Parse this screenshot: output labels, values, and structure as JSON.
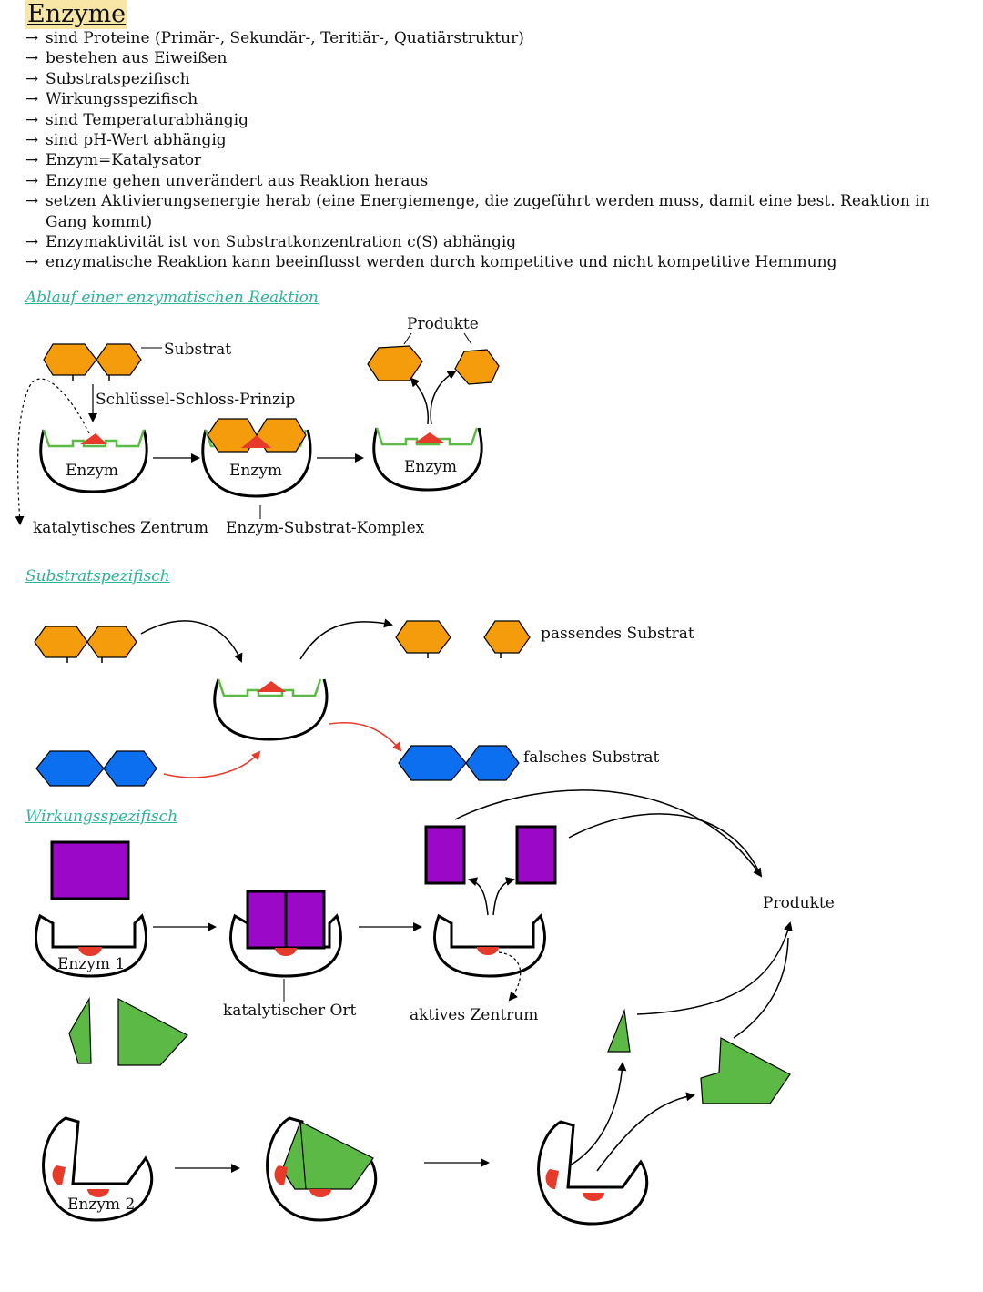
{
  "title": "Enzyme",
  "bullets": [
    "sind Proteine (Primär-, Sekundär-, Teritiär-, Quatiärstruktur)",
    "bestehen aus Eiweißen",
    "Substratspezifisch",
    "Wirkungsspezifisch",
    "sind Temperaturabhängig",
    "sind pH-Wert abhängig",
    "Enzym=Katalysator",
    "Enzyme gehen unverändert aus Reaktion heraus",
    "setzen Aktivierungsenergie herab (eine Energiemenge, die zugeführt werden muss, damit eine best. Reaktion in Gang kommt)",
    "Enzymaktivität ist von Substratkonzentration c(S) abhängig",
    "enzymatische Reaktion kann beeinflusst werden durch kompetitive und nicht kompetitive Hemmung"
  ],
  "arrow_glyph": "→",
  "sections": {
    "ablauf": "Ablauf einer enzymatischen Reaktion",
    "substrat": "Substratspezifisch",
    "wirkung": "Wirkungsspezifisch"
  },
  "ablauf_labels": {
    "produkte": "Produkte",
    "substrat": "Substrat",
    "prinzip": "Schlüssel-Schloss-Prinzip",
    "enzym": "Enzym",
    "zentrum": "katalytisches Zentrum",
    "komplex": "Enzym-Substrat-Komplex"
  },
  "substrat_labels": {
    "passend": "passendes Substrat",
    "falsch": "falsches Substrat"
  },
  "wirkung_labels": {
    "produkte": "Produkte",
    "enzym1": "Enzym 1",
    "enzym2": "Enzym 2",
    "ort": "katalytischer Ort",
    "aktiv": "aktives Zentrum"
  },
  "colors": {
    "orange": "#f59c0d",
    "blue": "#0b6ff0",
    "purple": "#9b08c7",
    "green": "#5cb945",
    "red": "#e63a2b",
    "enzymeSite": "#7ec25a",
    "teal": "#2bb39c"
  }
}
